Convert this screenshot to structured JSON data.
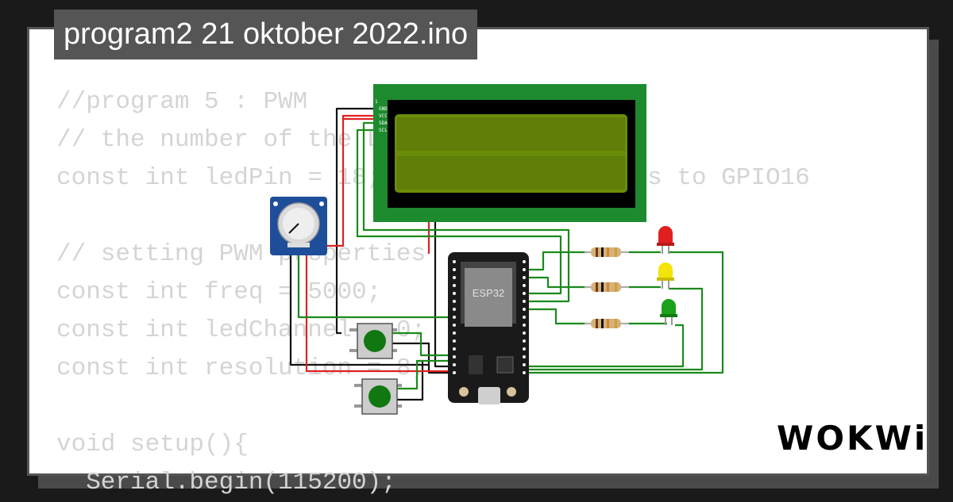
{
  "project": {
    "title": "program2 21 oktober 2022.ino"
  },
  "code_lines": [
    "//program 5 : PWM",
    "// the number of the LED pin",
    "const int ledPin = 18;  // 16 corresponds to GPIO16",
    "",
    "// setting PWM properties",
    "const int freq = 5000;",
    "const int ledChannel = 0;",
    "const int resolution = 8;",
    "",
    "void setup(){",
    "  Serial.begin(115200);"
  ],
  "lcd": {
    "pins": [
      "1",
      "GND",
      "VCC",
      "SDA",
      "SCL"
    ]
  },
  "esp32": {
    "label": "ESP32"
  },
  "brand": {
    "name": "WOKWi"
  },
  "colors": {
    "wire_green": "#1a8a1a",
    "wire_red": "#e02020",
    "wire_black": "#111111",
    "lcd_bg": "#1d8a2e",
    "lcd_screen": "#6a8c0a"
  }
}
